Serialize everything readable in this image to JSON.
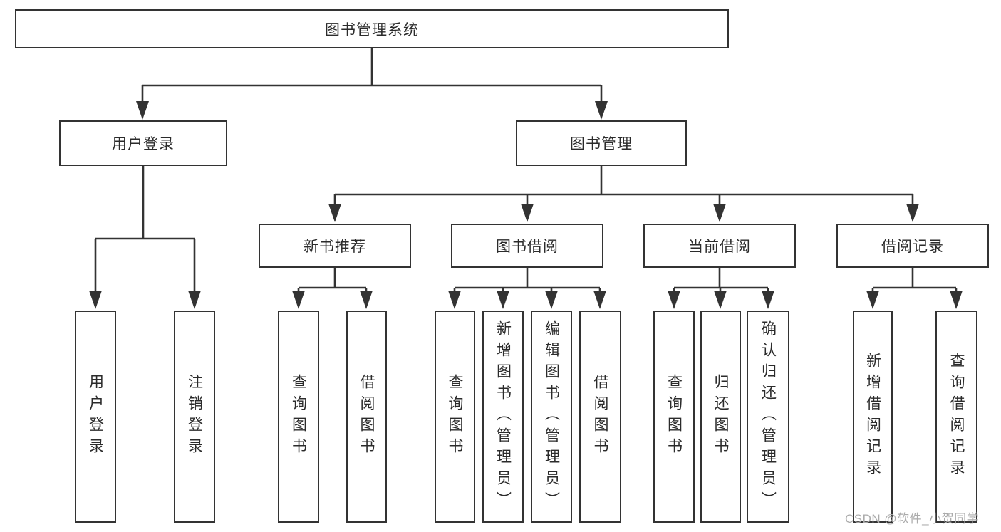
{
  "diagram": {
    "title": "图书管理系统",
    "type": "hierarchy-tree",
    "colors": {
      "line": "#333333",
      "box_border": "#333333",
      "text": "#2b2b2b",
      "background": "#ffffff",
      "watermark": "#ababab"
    },
    "watermark": "CSDN @软件_小贺同学"
  },
  "nodes": {
    "root": "图书管理系统",
    "user_login": "用户登录",
    "book_mgmt": "图书管理",
    "new_book_rec": "新书推荐",
    "book_borrow": "图书借阅",
    "current_borrow": "当前借阅",
    "borrow_record": "借阅记录",
    "leaf_user_login": "用户登录",
    "leaf_logout": "注销登录",
    "rec_query_book": "查询图书",
    "rec_borrow_book": "借阅图书",
    "bor_query_book": "查询图书",
    "bor_add_book": "新增图书（管理员）",
    "bor_edit_book": "编辑图书（管理员）",
    "bor_borrow_book": "借阅图书",
    "cur_query_book": "查询图书",
    "cur_return_book": "归还图书",
    "cur_confirm_return": "确认归还（管理员）",
    "rb_add_record": "新增借阅记录",
    "rb_query_record": "查询借阅记录"
  },
  "edges": [
    {
      "from": "root",
      "to": "user_login"
    },
    {
      "from": "root",
      "to": "book_mgmt"
    },
    {
      "from": "user_login",
      "to": "leaf_user_login"
    },
    {
      "from": "user_login",
      "to": "leaf_logout"
    },
    {
      "from": "book_mgmt",
      "to": "new_book_rec"
    },
    {
      "from": "book_mgmt",
      "to": "book_borrow"
    },
    {
      "from": "book_mgmt",
      "to": "current_borrow"
    },
    {
      "from": "book_mgmt",
      "to": "borrow_record"
    },
    {
      "from": "new_book_rec",
      "to": "rec_query_book"
    },
    {
      "from": "new_book_rec",
      "to": "rec_borrow_book"
    },
    {
      "from": "book_borrow",
      "to": "bor_query_book"
    },
    {
      "from": "book_borrow",
      "to": "bor_add_book"
    },
    {
      "from": "book_borrow",
      "to": "bor_edit_book"
    },
    {
      "from": "book_borrow",
      "to": "bor_borrow_book"
    },
    {
      "from": "current_borrow",
      "to": "cur_query_book"
    },
    {
      "from": "current_borrow",
      "to": "cur_return_book"
    },
    {
      "from": "current_borrow",
      "to": "cur_confirm_return"
    },
    {
      "from": "borrow_record",
      "to": "rb_add_record"
    },
    {
      "from": "borrow_record",
      "to": "rb_query_record"
    }
  ]
}
